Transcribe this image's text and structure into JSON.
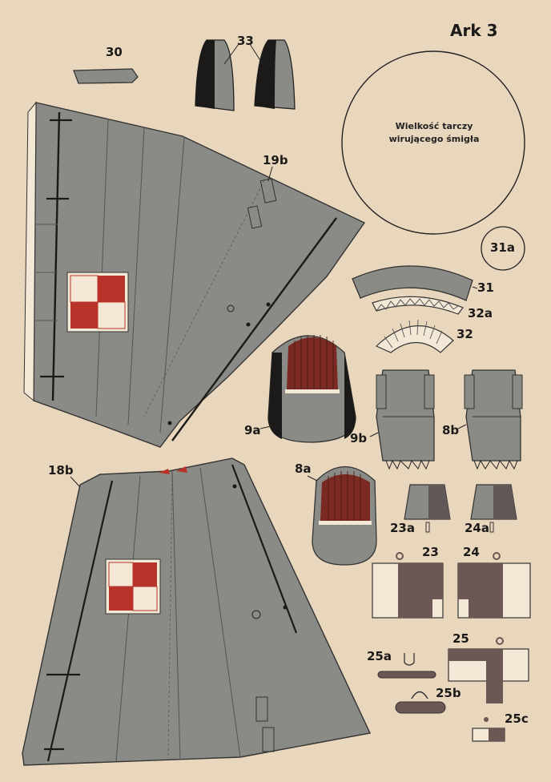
{
  "sheet": {
    "title": "Ark 3",
    "disc_caption_line1": "Wielkość tarczy",
    "disc_caption_line2": "wirującego śmigła"
  },
  "labels": {
    "p30": "30",
    "p33": "33",
    "p19b": "19b",
    "p31a": "31a",
    "p31": "31",
    "p32a": "32a",
    "p32": "32",
    "p9a": "9a",
    "p9b": "9b",
    "p8b": "8b",
    "p18b": "18b",
    "p8a": "8a",
    "p23a": "23a",
    "p24a": "24a",
    "p23": "23",
    "p24": "24",
    "p25a": "25a",
    "p25": "25",
    "p25b": "25b",
    "p25c": "25c"
  },
  "colors": {
    "paper": "#e9d7bd",
    "gray": "#8a8a86",
    "dark_gray": "#5f5856",
    "brown_gray": "#6b5753",
    "black": "#1c1a18",
    "red": "#b8332a",
    "maroon": "#7a2a22",
    "cream": "#f2e8d5"
  }
}
